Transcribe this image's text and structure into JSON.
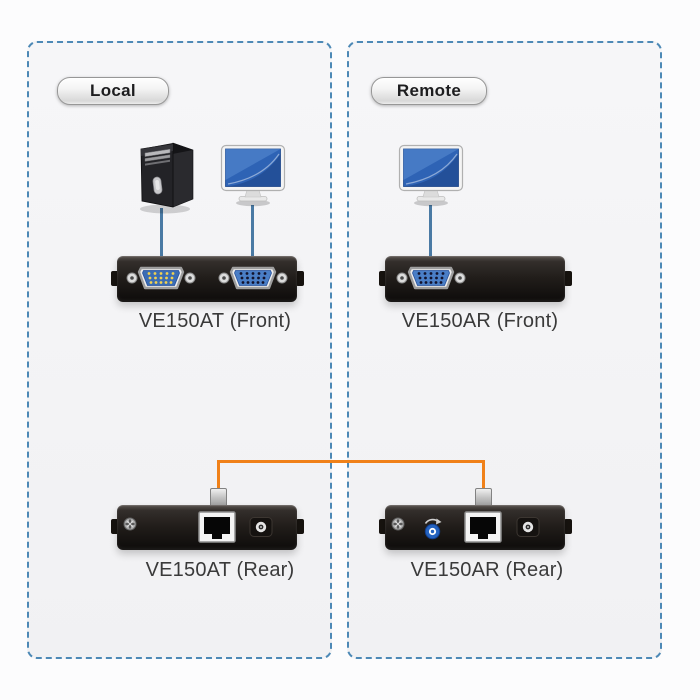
{
  "local": {
    "badge": "Local",
    "front": {
      "caption": "VE150AT (Front)"
    },
    "rear": {
      "caption": "VE150AT (Rear)"
    }
  },
  "remote": {
    "badge": "Remote",
    "front": {
      "caption": "VE150AR (Front)"
    },
    "rear": {
      "caption": "VE150AR (Rear)"
    }
  },
  "colors": {
    "group_border": "#4d89b6",
    "video_cable": "#4a7aa4",
    "link_cable": "#f08119",
    "vga_port_blue": "#3a6cb4",
    "vga_pin_gold": "#f2d14f",
    "knob_blue": "#2563c0",
    "caption": "#3a3a3a"
  },
  "icons": {
    "desktop-pc-icon": "black 3d computer tower",
    "monitor-icon": "display with blue screen",
    "vga-port-icon": "DE-15 video connector",
    "rj45-port-icon": "ethernet jack",
    "rj45-plug-icon": "ethernet cable plug",
    "dc-power-jack-icon": "barrel power inlet",
    "ground-screw-icon": "grounding screw",
    "gain-knob-icon": "blue video gain knob",
    "video-cable": "vga cable line",
    "link-cable": "cat5e link cable line"
  }
}
